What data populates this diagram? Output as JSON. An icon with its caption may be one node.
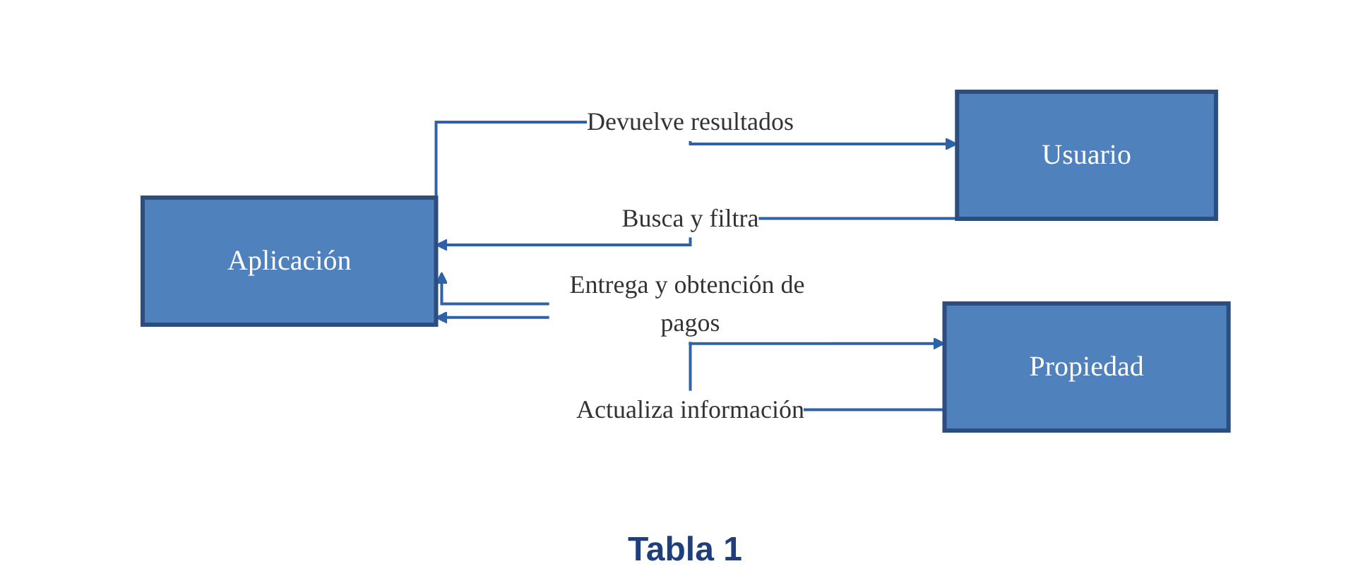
{
  "diagram": {
    "caption": "Tabla 1",
    "nodes": [
      {
        "text": [
          "Aplicación"
        ]
      },
      {
        "text": [
          "Usuario"
        ]
      },
      {
        "text": [
          "Propiedad"
        ]
      }
    ],
    "edges": [
      {
        "from": 1,
        "to": 0,
        "arrow": "to",
        "label": "Busca y filtra"
      },
      {
        "from": 0,
        "to": 1,
        "arrow": "to",
        "label": "Devuelve resultados"
      },
      {
        "from": 2,
        "to": 0,
        "arrow": "to",
        "label": "Actualiza información"
      },
      {
        "from": 0,
        "to": 2,
        "arrow": "both",
        "label": "Entrega y obtención de pagos"
      }
    ]
  }
}
